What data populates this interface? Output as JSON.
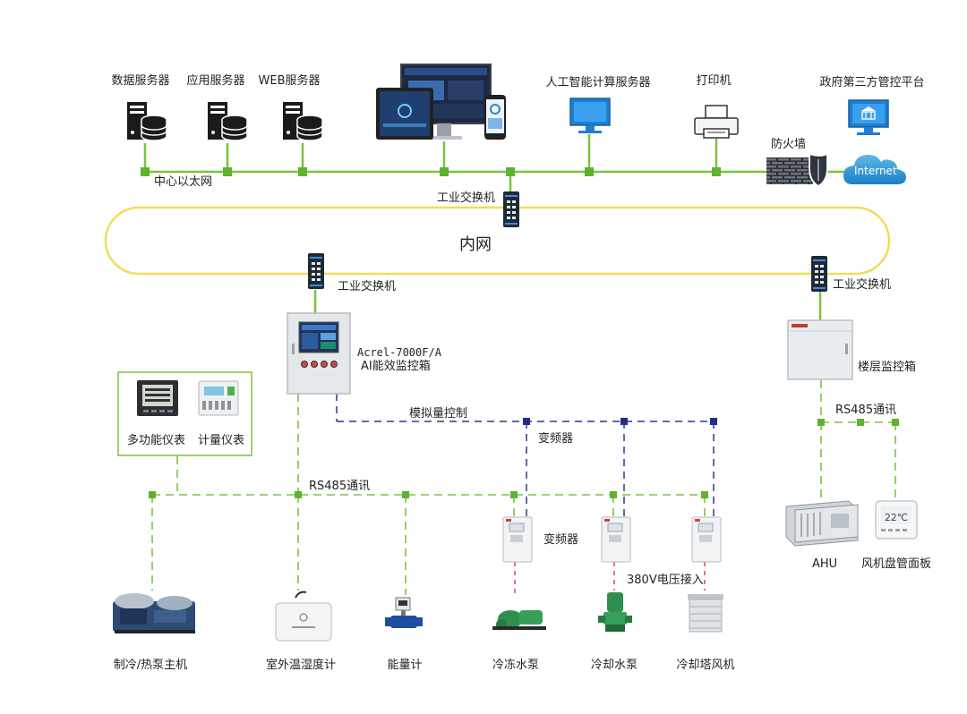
{
  "colors": {
    "ethernet": "#7cc242",
    "ring": "#f0dc5a",
    "analog": "#2b3a8c",
    "power": "#e0464e",
    "meter_box": "#7cc242"
  },
  "top_row": {
    "db_server": "数据服务器",
    "app_server": "应用服务器",
    "web_server": "WEB服务器",
    "ai_server": "人工智能计算服务器",
    "printer": "打印机",
    "gov_platform": "政府第三方管控平台",
    "ethernet": "中心以太网",
    "firewall": "防火墙",
    "internet": "Internet"
  },
  "network": {
    "switch_top": "工业交换机",
    "switch_left": "工业交换机",
    "switch_right": "工业交换机",
    "intranet": "内网"
  },
  "monitor_box": {
    "model": "Acrel-7000F/A",
    "name": "AI能效监控箱",
    "analog_control": "模拟量控制",
    "vfd_top": "变频器"
  },
  "floor_box": {
    "name": "楼层监控箱",
    "rs485": "RS485通讯",
    "ahu": "AHU",
    "fcu_panel": "风机盘管面板",
    "panel_display": "22℃"
  },
  "meters": {
    "multi": "多功能仪表",
    "metering": "计量仪表"
  },
  "bus": {
    "rs485": "RS485通讯",
    "vfd": "变频器",
    "power": "380V电压接入"
  },
  "devices": {
    "chiller": "制冷/热泵主机",
    "th_meter": "室外温湿度计",
    "energy_meter": "能量计",
    "chw_pump": "冷冻水泵",
    "cw_pump": "冷却水泵",
    "tower_fan": "冷却塔风机"
  }
}
